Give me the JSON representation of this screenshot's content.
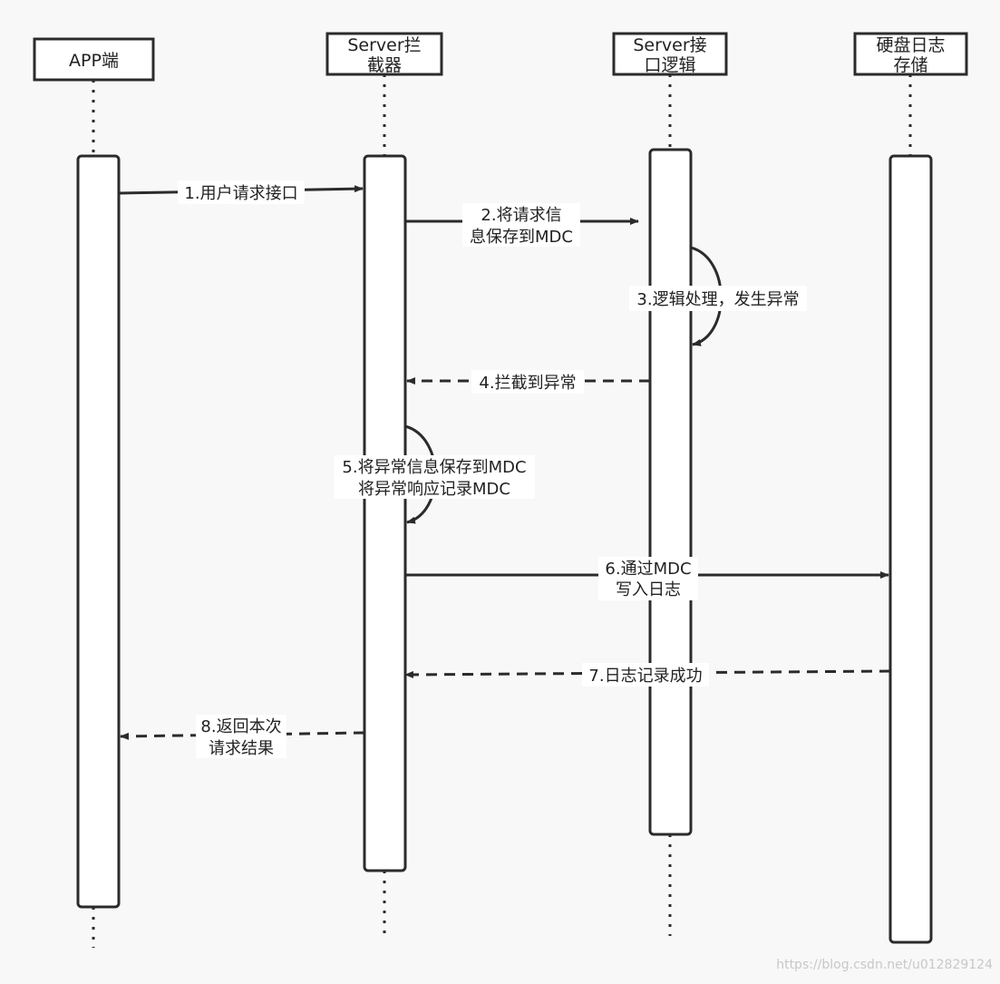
{
  "participants": [
    {
      "id": "app",
      "lines": [
        "APP端"
      ]
    },
    {
      "id": "interceptor",
      "lines": [
        "Server拦",
        "截器"
      ]
    },
    {
      "id": "logic",
      "lines": [
        "Server接",
        "口逻辑"
      ]
    },
    {
      "id": "storage",
      "lines": [
        "硬盘日志",
        "存储"
      ]
    }
  ],
  "messages": [
    {
      "from": "app",
      "to": "interceptor",
      "style": "solid",
      "lines": [
        "1.用户请求接口"
      ]
    },
    {
      "from": "interceptor",
      "to": "logic",
      "style": "solid",
      "lines": [
        "2.将请求信",
        "息保存到MDC"
      ]
    },
    {
      "from": "logic",
      "to": "logic",
      "style": "self",
      "lines": [
        "3.逻辑处理，发生异常"
      ]
    },
    {
      "from": "logic",
      "to": "interceptor",
      "style": "dashed",
      "lines": [
        "4.拦截到异常"
      ]
    },
    {
      "from": "interceptor",
      "to": "interceptor",
      "style": "self",
      "lines": [
        "5.将异常信息保存到MDC",
        "将异常响应记录MDC"
      ]
    },
    {
      "from": "interceptor",
      "to": "storage",
      "style": "solid",
      "lines": [
        "6.通过MDC",
        "写入日志"
      ]
    },
    {
      "from": "storage",
      "to": "interceptor",
      "style": "dashed",
      "lines": [
        "7.日志记录成功"
      ]
    },
    {
      "from": "interceptor",
      "to": "app",
      "style": "dashed",
      "lines": [
        "8.返回本次",
        "请求结果"
      ]
    }
  ],
  "watermark": "https://blog.csdn.net/u012829124"
}
